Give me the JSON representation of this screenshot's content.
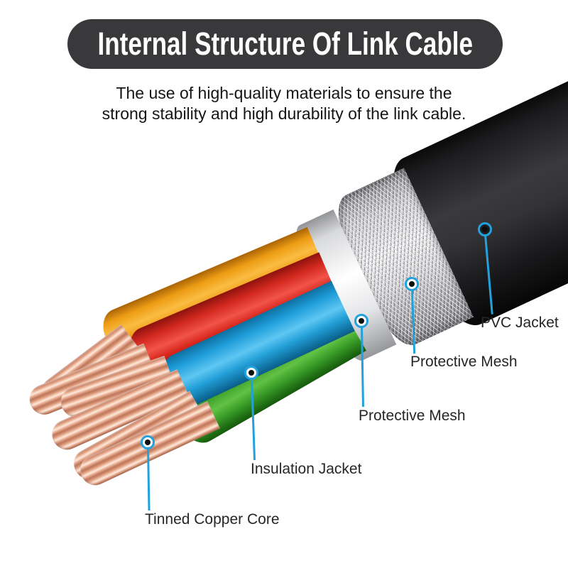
{
  "banner": {
    "title": "Internal Structure Of Link Cable",
    "bg_color": "#39393b",
    "text_color": "#ffffff"
  },
  "subtitle": {
    "line1": "The use of high-quality materials to ensure the",
    "line2": "strong stability and high durability of the link cable."
  },
  "accent_color": "#22a2dc",
  "cable": {
    "layers": [
      {
        "name": "PVC Jacket",
        "color": "#222224"
      },
      {
        "name": "Protective Mesh",
        "color": "#d6d6d9"
      },
      {
        "name": "Protective Mesh",
        "color": "#f2f3f5"
      },
      {
        "name": "Insulation Jacket",
        "colors": [
          "#f2a41f",
          "#e23028",
          "#29a8e8",
          "#3da32c"
        ]
      },
      {
        "name": "Tinned Copper Core",
        "color": "#e8ab91"
      }
    ]
  },
  "callouts": [
    {
      "label": "PVC Jacket"
    },
    {
      "label": "Protective Mesh"
    },
    {
      "label": "Protective Mesh"
    },
    {
      "label": "Insulation Jacket"
    },
    {
      "label": "Tinned Copper Core"
    }
  ]
}
